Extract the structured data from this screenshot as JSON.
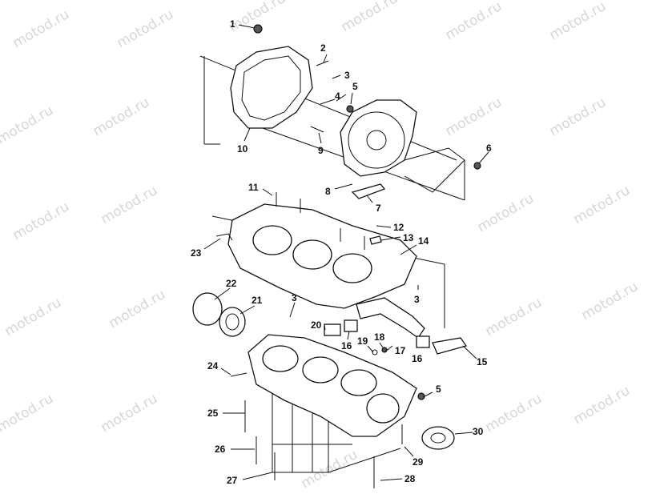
{
  "watermark": "motod.ru",
  "callouts": [
    "1",
    "2",
    "3",
    "4",
    "5",
    "6",
    "7",
    "8",
    "9",
    "10",
    "11",
    "12",
    "13",
    "14",
    "15",
    "16",
    "17",
    "18",
    "19",
    "20",
    "21",
    "22",
    "23",
    "24",
    "25",
    "26",
    "27",
    "28",
    "29",
    "30",
    "3",
    "3",
    "16",
    "5"
  ]
}
